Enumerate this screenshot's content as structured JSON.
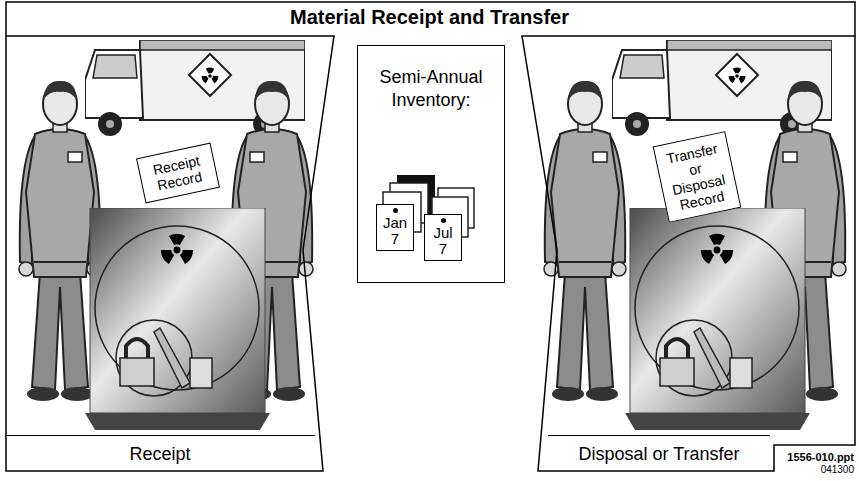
{
  "diagram": {
    "title": "Material Receipt and Transfer",
    "nodes": [
      {
        "text": [
          "Receipt"
        ]
      },
      {
        "text": [
          "Receipt Record"
        ],
        "in": 0
      },
      {
        "text": [
          "Semi-Annual Inventory:"
        ]
      },
      {
        "text": [
          "Jan 7"
        ],
        "in": 2
      },
      {
        "text": [
          "Jul 7"
        ],
        "in": 2
      },
      {
        "text": [
          "Disposal or Transfer"
        ]
      },
      {
        "text": [
          "Transfer or Disposal Record"
        ],
        "in": 5
      }
    ],
    "labels": [
      "1556-010.ppt",
      "041300"
    ]
  }
}
